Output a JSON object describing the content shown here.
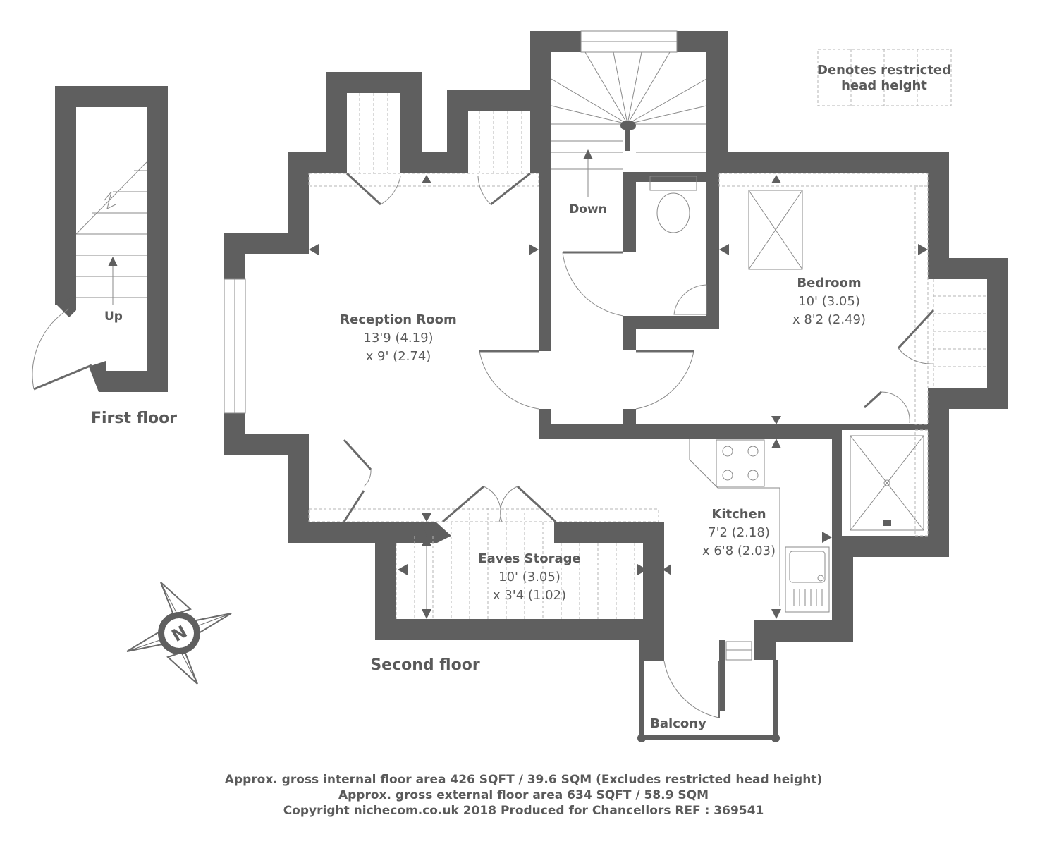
{
  "legend": {
    "line1": "Denotes restricted",
    "line2": "head height"
  },
  "floors": {
    "first": "First floor",
    "second": "Second floor"
  },
  "stairs": {
    "up": "Up",
    "down": "Down"
  },
  "rooms": {
    "reception": {
      "name": "Reception Room",
      "dim1": "13'9 (4.19)",
      "dim2": "x 9' (2.74)"
    },
    "bedroom": {
      "name": "Bedroom",
      "dim1": "10' (3.05)",
      "dim2": "x 8'2 (2.49)"
    },
    "kitchen": {
      "name": "Kitchen",
      "dim1": "7'2 (2.18)",
      "dim2": "x 6'8 (2.03)"
    },
    "eaves": {
      "name": "Eaves Storage",
      "dim1": "10' (3.05)",
      "dim2": "x 3'4 (1.02)"
    },
    "balcony": {
      "name": "Balcony"
    }
  },
  "compass": {
    "letter": "N"
  },
  "footer": {
    "line1": "Approx. gross internal floor area 426 SQFT / 39.6 SQM (Excludes restricted head height)",
    "line2": "Approx. gross external floor area 634 SQFT / 58.9 SQM",
    "line3": "Copyright nichecom.co.uk 2018 Produced for Chancellors REF : 369541"
  },
  "colors": {
    "wall": "#5f5f5f",
    "text": "#5a5a5a",
    "dashed": "#b4b4b4"
  }
}
